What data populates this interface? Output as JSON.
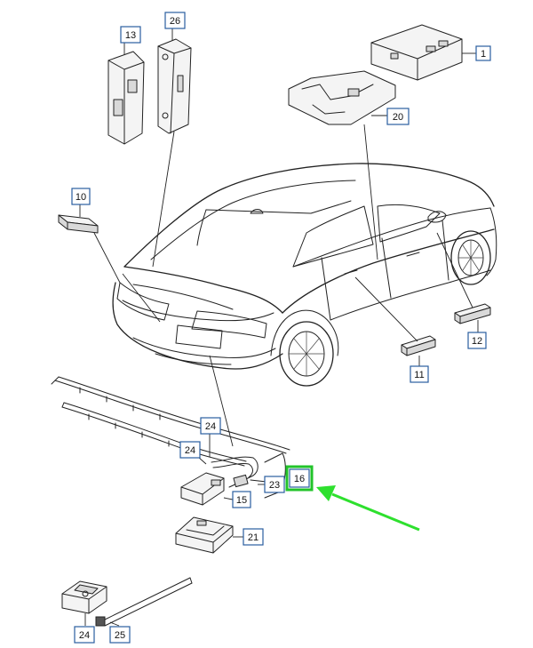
{
  "callouts": [
    {
      "id": "c1",
      "label": "1"
    },
    {
      "id": "c10",
      "label": "10"
    },
    {
      "id": "c11",
      "label": "11"
    },
    {
      "id": "c12",
      "label": "12"
    },
    {
      "id": "c13",
      "label": "13"
    },
    {
      "id": "c15",
      "label": "15"
    },
    {
      "id": "c16",
      "label": "16",
      "highlighted": true
    },
    {
      "id": "c20",
      "label": "20"
    },
    {
      "id": "c21",
      "label": "21"
    },
    {
      "id": "c23",
      "label": "23"
    },
    {
      "id": "c24a",
      "label": "24"
    },
    {
      "id": "c24b",
      "label": "24"
    },
    {
      "id": "c24c",
      "label": "24"
    },
    {
      "id": "c25",
      "label": "25"
    },
    {
      "id": "c26",
      "label": "26"
    }
  ],
  "colors": {
    "callout_border": "#2a5d9f",
    "highlight": "#22c32a",
    "arrow": "#2ee02e",
    "line": "#222222"
  }
}
